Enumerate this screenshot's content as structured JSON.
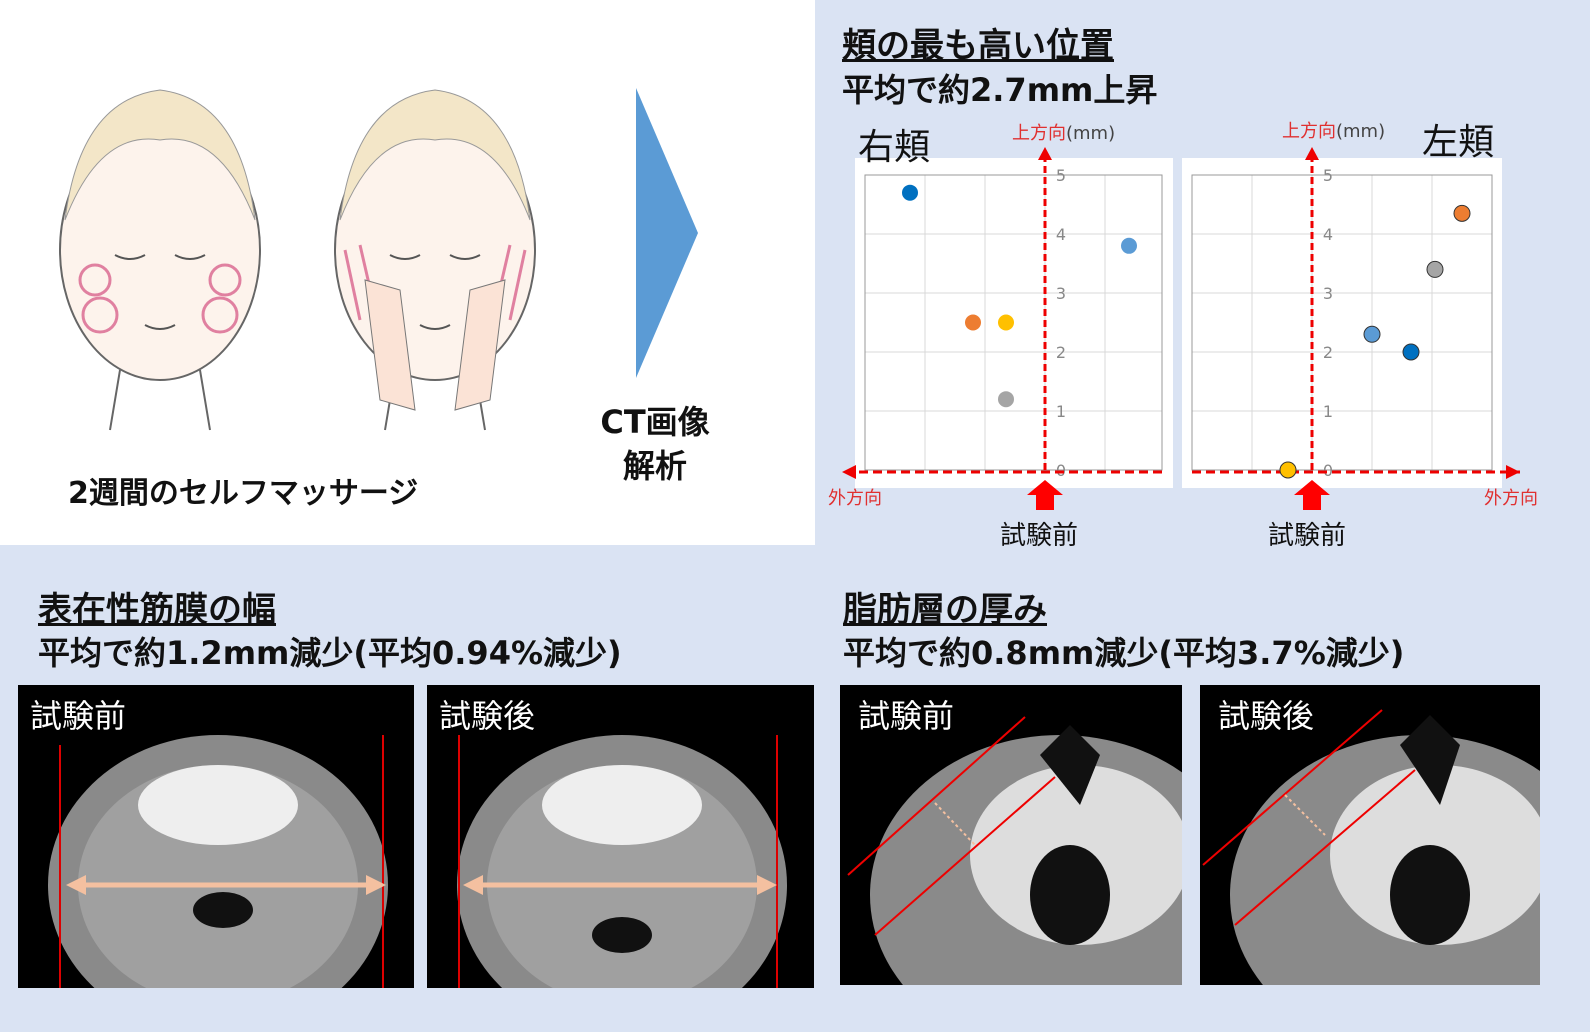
{
  "massage": {
    "caption": "2週間のセルフマッサージ"
  },
  "arrow": {
    "label_line1": "CT画像",
    "label_line2": "解析",
    "color": "#5b9bd5"
  },
  "cheek": {
    "title": "頬の最も高い位置",
    "subtitle": "平均で約2.7mm上昇",
    "up_label": "上方向",
    "unit": "(mm)",
    "out_label": "外方向",
    "before_label": "試験前"
  },
  "fascia": {
    "title": "表在性筋膜の幅",
    "subtitle": "平均で約1.2mm減少(平均0.94%減少)",
    "before": "試験前",
    "after": "試験後"
  },
  "fat": {
    "title": "脂肪層の厚み",
    "subtitle": "平均で約0.8mm減少(平均3.7%減少)",
    "before": "試験前",
    "after": "試験後"
  },
  "chart_data": [
    {
      "type": "scatter",
      "title": "右頬",
      "ylim": [
        0,
        5
      ],
      "yticks": [
        "0",
        "1",
        "2",
        "3",
        "4",
        "5"
      ],
      "grid": true,
      "points": [
        {
          "x": -2.25,
          "y": 4.7,
          "color": "#0070c0"
        },
        {
          "x": -1.2,
          "y": 2.5,
          "color": "#ed7d31"
        },
        {
          "x": -0.65,
          "y": 2.5,
          "color": "#ffc000"
        },
        {
          "x": -0.65,
          "y": 1.2,
          "color": "#a5a5a5"
        },
        {
          "x": 1.4,
          "y": 3.8,
          "color": "#5b9bd5"
        }
      ]
    },
    {
      "type": "scatter",
      "title": "左頬",
      "ylim": [
        0,
        5
      ],
      "yticks": [
        "0",
        "1",
        "2",
        "3",
        "4",
        "5"
      ],
      "grid": true,
      "points": [
        {
          "x": -0.4,
          "y": 0,
          "color": "#ffc000"
        },
        {
          "x": 1.0,
          "y": 2.3,
          "color": "#5b9bd5"
        },
        {
          "x": 1.65,
          "y": 2.0,
          "color": "#0070c0"
        },
        {
          "x": 2.05,
          "y": 3.4,
          "color": "#a5a5a5"
        },
        {
          "x": 2.5,
          "y": 4.35,
          "color": "#ed7d31"
        }
      ]
    }
  ]
}
